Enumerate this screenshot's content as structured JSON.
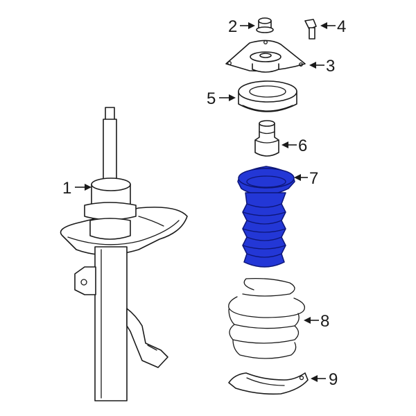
{
  "callouts": [
    {
      "id": "1",
      "label": "1"
    },
    {
      "id": "2",
      "label": "2"
    },
    {
      "id": "3",
      "label": "3"
    },
    {
      "id": "4",
      "label": "4"
    },
    {
      "id": "5",
      "label": "5"
    },
    {
      "id": "6",
      "label": "6"
    },
    {
      "id": "7",
      "label": "7"
    },
    {
      "id": "8",
      "label": "8"
    },
    {
      "id": "9",
      "label": "9"
    }
  ],
  "highlight_color": "#2337d6",
  "highlighted_part": "7"
}
